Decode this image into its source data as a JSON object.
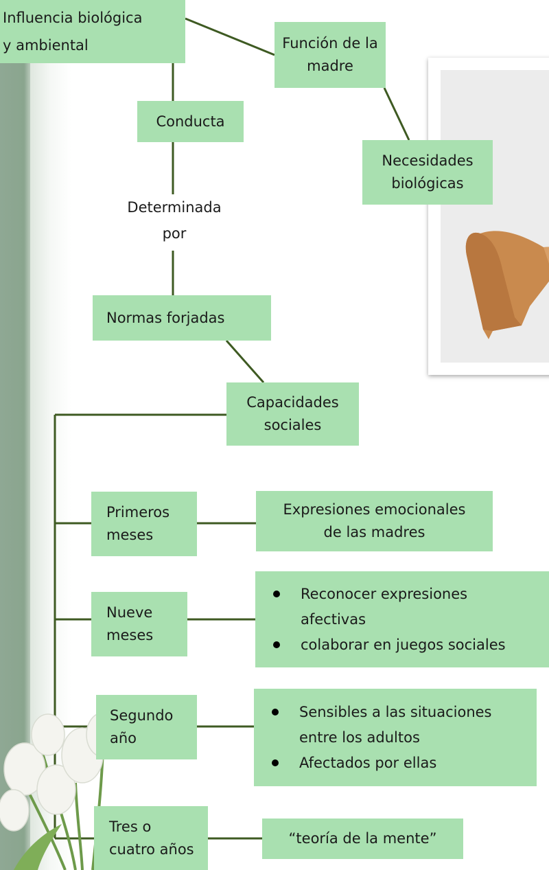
{
  "nodes": {
    "influencia": "Influencia biológica\ny ambiental",
    "funcion": "Función de la\nmadre",
    "conducta": "Conducta",
    "necesidades": "Necesidades\nbiológicas",
    "determinada": "Determinada\npor",
    "normas": "Normas forjadas",
    "capacidades": "Capacidades\nsociales",
    "primeros": "Primeros\nmeses",
    "expresiones": "Expresiones emocionales\nde las madres",
    "nueve": "Nueve\nmeses",
    "nueve_items": [
      "Reconocer expresiones\nafectivas",
      "colaborar en juegos sociales"
    ],
    "segundo": "Segundo\naño",
    "segundo_items": [
      "Sensibles a las situaciones\nentre los adultos",
      "Afectados por ellas"
    ],
    "tres": "Tres o\ncuatro años",
    "teoria": "“teoría de la mente”"
  },
  "colors": {
    "node_fill": "#a9e0b0",
    "connector": "#3e5a22",
    "left_bar": "#8aa58e"
  }
}
